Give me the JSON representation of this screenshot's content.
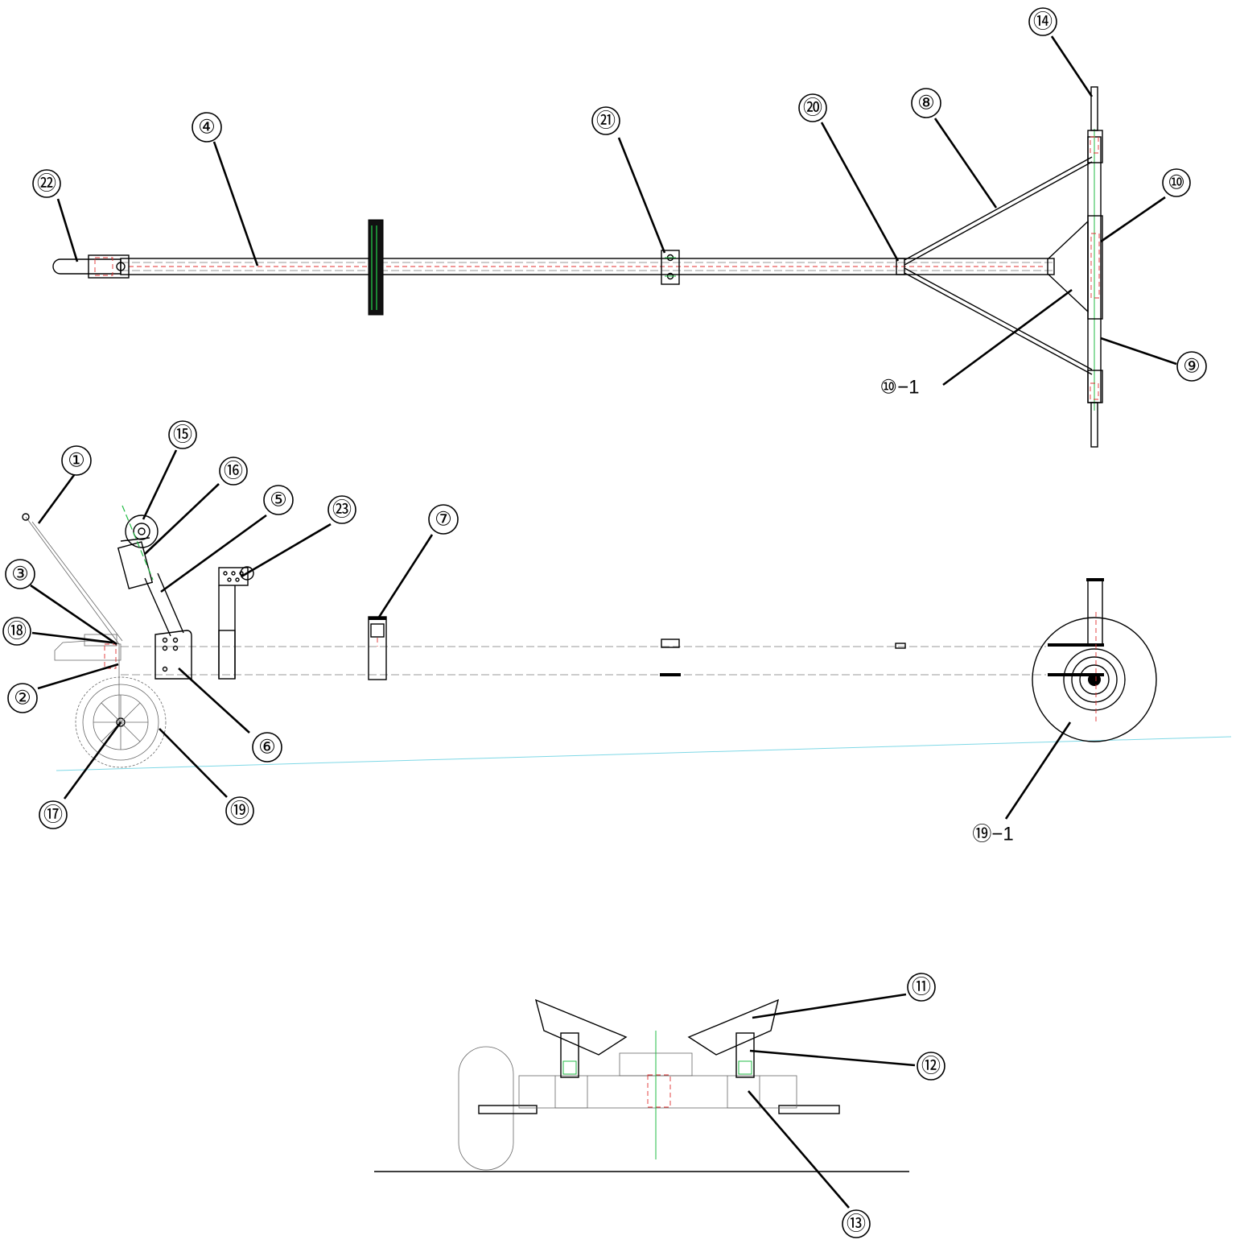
{
  "drawing": {
    "type": "technical assembly drawing",
    "views": [
      "top",
      "side",
      "rear"
    ],
    "colors": {
      "line": "#000000",
      "hidden_line": "#777777",
      "red_construction": "#e03030",
      "green_centerline": "#22bb44",
      "cyan_grade": "#7fd8e6"
    }
  },
  "callouts": [
    {
      "id": "c22",
      "label": "㉒"
    },
    {
      "id": "c4",
      "label": "④"
    },
    {
      "id": "c21",
      "label": "㉑"
    },
    {
      "id": "c20",
      "label": "⑳"
    },
    {
      "id": "c8",
      "label": "⑧"
    },
    {
      "id": "c14",
      "label": "⑭"
    },
    {
      "id": "c10",
      "label": "⑩"
    },
    {
      "id": "c9",
      "label": "⑨"
    },
    {
      "id": "c10_1",
      "label": "⑩−1"
    },
    {
      "id": "c15",
      "label": "⑮"
    },
    {
      "id": "c1",
      "label": "①"
    },
    {
      "id": "c16",
      "label": "⑯"
    },
    {
      "id": "c5",
      "label": "⑤"
    },
    {
      "id": "c23",
      "label": "㉓"
    },
    {
      "id": "c7",
      "label": "⑦"
    },
    {
      "id": "c3",
      "label": "③"
    },
    {
      "id": "c18",
      "label": "⑱"
    },
    {
      "id": "c2",
      "label": "②"
    },
    {
      "id": "c6",
      "label": "⑥"
    },
    {
      "id": "c17",
      "label": "⑰"
    },
    {
      "id": "c19",
      "label": "⑲"
    },
    {
      "id": "c19_1",
      "label": "⑲−1"
    },
    {
      "id": "c11",
      "label": "⑪"
    },
    {
      "id": "c12",
      "label": "⑫"
    },
    {
      "id": "c13",
      "label": "⑬"
    }
  ]
}
